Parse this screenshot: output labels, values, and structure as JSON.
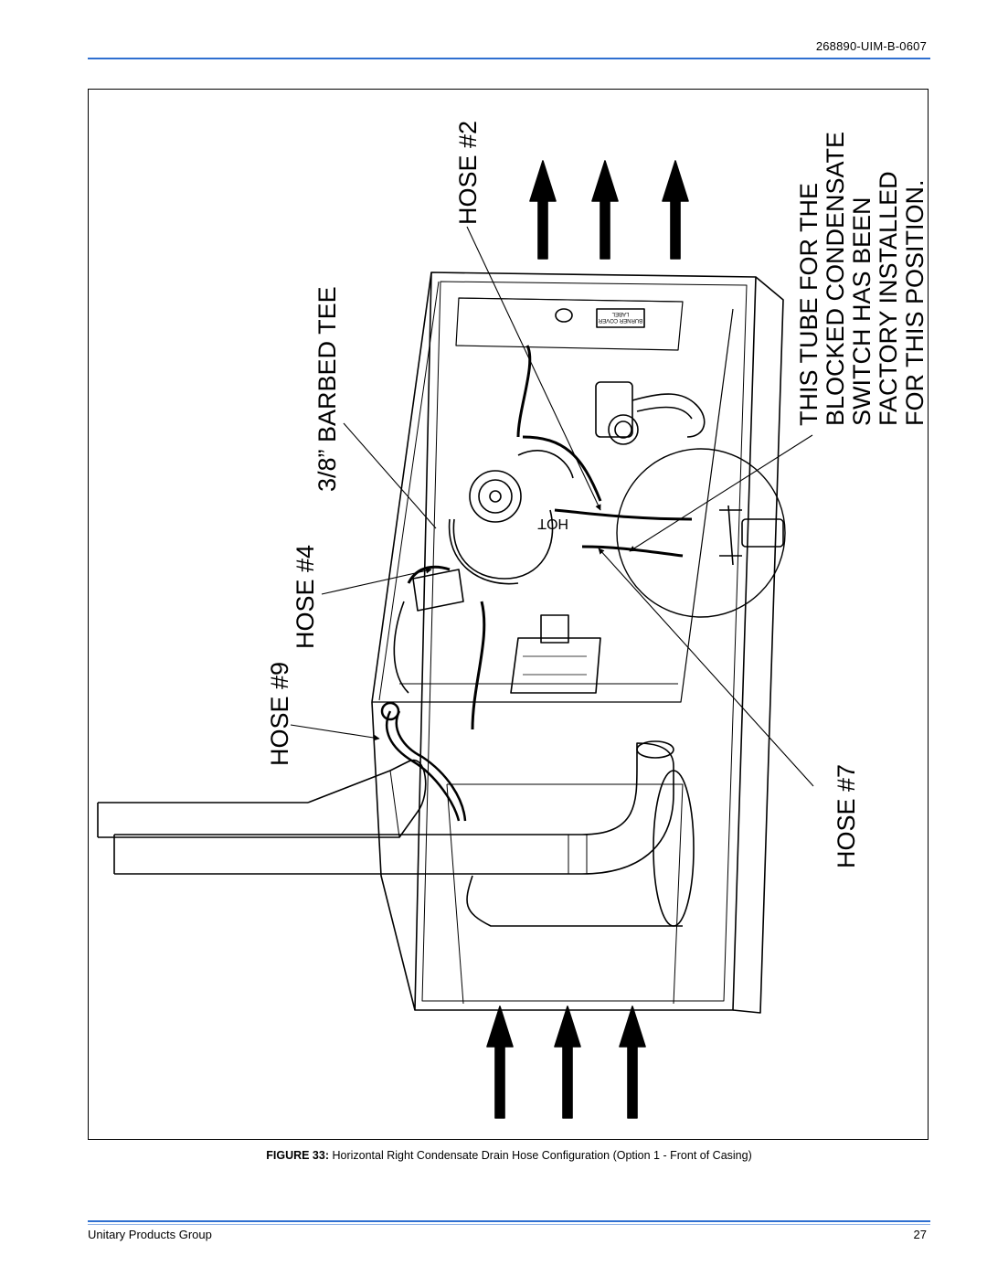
{
  "header": {
    "doc_id": "268890-UIM-B-0607"
  },
  "figure": {
    "labels": {
      "hose9": "HOSE #9",
      "hose4": "HOSE #4",
      "barbed_tee": "3/8” BARBED TEE",
      "hose2": "HOSE #2",
      "hose7": "HOSE #7",
      "note": [
        "THIS TUBE FOR THE",
        "BLOCKED CONDENSATE",
        "SWITCH HAS BEEN",
        "FACTORY INSTALLED",
        "FOR THIS POSITION."
      ]
    },
    "decal_lines": [
      "BURNER COVER",
      "LABEL"
    ],
    "hot_decal": "HOT"
  },
  "caption": {
    "number": "FIGURE 33:",
    "text": "Horizontal Right Condensate Drain Hose Configuration (Option 1 - Front of Casing)"
  },
  "footer": {
    "company": "Unitary Products Group",
    "page": "27"
  }
}
